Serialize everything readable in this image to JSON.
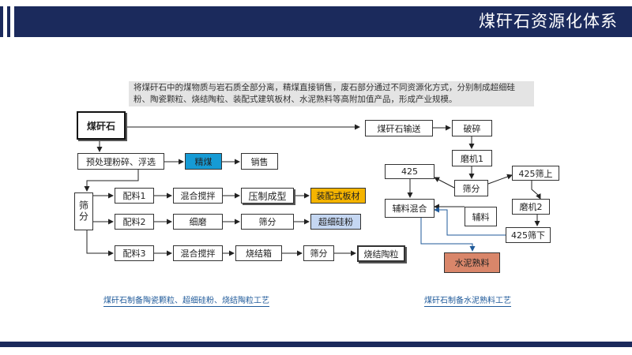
{
  "header": {
    "title": "煤矸石资源化体系"
  },
  "note": "将煤矸石中的煤物质与岩石质全部分离，精煤直接销售，废石部分通过不同资源化方式，分别制成超细硅粉、陶瓷颗粒、烧结陶粒、装配式建筑板材、水泥熟料等高附加值产品，形成产业规模。",
  "left": {
    "source": "煤矸石",
    "pre": "预处理粉碎、浮选",
    "jingmei": "精煤",
    "sale": "销售",
    "screen": "筛分",
    "row1": [
      "配料1",
      "混合搅拌",
      "压制成型",
      "装配式板材"
    ],
    "row2": [
      "配料2",
      "细磨",
      "筛分",
      "超细硅粉"
    ],
    "row3": [
      "配料3",
      "混合搅拌",
      "烧结箱",
      "筛分",
      "烧结陶粒"
    ],
    "caption": "煤矸石制备陶瓷颗粒、超细硅粉、烧结陶粒工艺"
  },
  "right": {
    "transport": "煤矸石输送",
    "crush": "破碎",
    "mill1": "磨机1",
    "screen": "筛分",
    "n425": "425",
    "over": "425筛上",
    "mill2": "磨机2",
    "under": "425筛下",
    "mix": "辅料混合",
    "aux": "辅料",
    "clinker": "水泥熟料",
    "caption": "煤矸石制备水泥熟料工艺"
  }
}
